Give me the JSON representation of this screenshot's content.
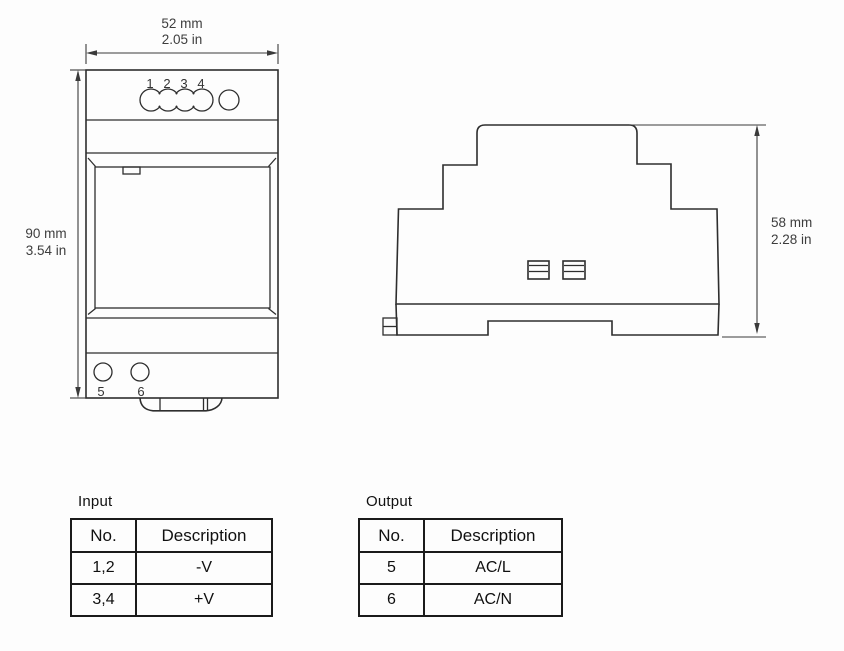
{
  "page": {
    "background": "#fdfdfd",
    "line_color": "#2e2e2e",
    "dimension_text_color": "#3d3d3d"
  },
  "front_view": {
    "width_dim": {
      "mm": "52 mm",
      "in": "2.05 in"
    },
    "height_dim": {
      "mm": "90 mm",
      "in": "3.54 in"
    },
    "top_terminals": [
      "1",
      "2",
      "3",
      "4"
    ],
    "bottom_terminals": [
      "5",
      "6"
    ]
  },
  "side_view": {
    "height_dim": {
      "mm": "58 mm",
      "in": "2.28 in"
    }
  },
  "tables": {
    "input": {
      "title": "Input",
      "headers": [
        "No.",
        "Description"
      ],
      "rows": [
        [
          "1,2",
          "-V"
        ],
        [
          "3,4",
          "+V"
        ]
      ]
    },
    "output": {
      "title": "Output",
      "headers": [
        "No.",
        "Description"
      ],
      "rows": [
        [
          "5",
          "AC/L"
        ],
        [
          "6",
          "AC/N"
        ]
      ]
    }
  }
}
